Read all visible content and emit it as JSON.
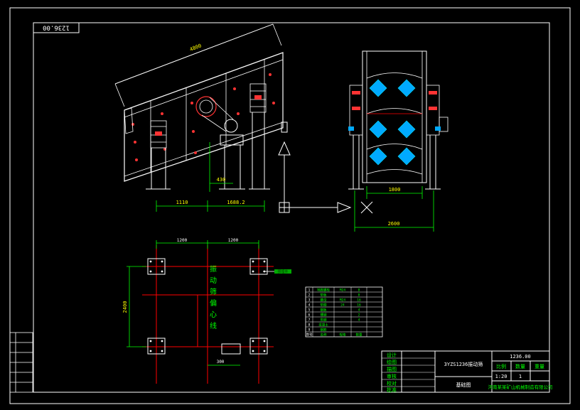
{
  "colors": {
    "background": "#000000",
    "frame": "#ffffff",
    "machine": "#ffffff",
    "centerline": "#ff0000",
    "dimension": "#00ff00",
    "screen_mesh": "#00aaff",
    "label_green": "#00ff00",
    "label_yellow": "#ffff00"
  },
  "drawing_number_rotated": "1236.00",
  "side_view": {
    "top_dim": "4800",
    "dim_left": "1110",
    "dim_right": "1688.2",
    "dim_height": "430"
  },
  "end_view": {
    "dim_width_inner": "1800",
    "dim_width_outer": "2600"
  },
  "plan_view": {
    "dim_top_left": "1200",
    "dim_top_right": "1200",
    "dim_height": "2400",
    "dim_small": "300",
    "note_chars": [
      "振",
      "动",
      "筛",
      "偏",
      "心",
      "线"
    ],
    "leader_label": "预埋件"
  },
  "parts_table": {
    "rows": [
      [
        "1",
        "地脚螺栓",
        "M24",
        "8"
      ],
      [
        "2",
        "垫板",
        "",
        "8"
      ],
      [
        "3",
        "螺母",
        "M24",
        "16"
      ],
      [
        "4",
        "垫圈",
        "24",
        "16"
      ],
      [
        "5",
        "钢板",
        "",
        "4"
      ],
      [
        "6",
        "槽钢",
        "",
        "2"
      ],
      [
        "7",
        "角钢",
        "",
        "4"
      ],
      [
        "8",
        "混凝土",
        "",
        ""
      ],
      [
        "9",
        "钢筋",
        "",
        ""
      ],
      [
        "序号",
        "名称",
        "规格",
        "数量"
      ]
    ]
  },
  "title_block": {
    "role_labels": [
      "设计",
      "绘图",
      "描图",
      "审核",
      "校对",
      "批准"
    ],
    "product": "3YZS1236振动筛",
    "drawing_no": "1236.00",
    "drawing_type": "基础图",
    "header_scale": "比例",
    "header_qty": "数量",
    "header_weight": "重量",
    "scale": "1:20",
    "qty": "1",
    "company": "河南某某矿山机械制造有限公司"
  },
  "left_stub_labels": [
    "",
    "",
    "",
    "",
    "",
    ""
  ]
}
